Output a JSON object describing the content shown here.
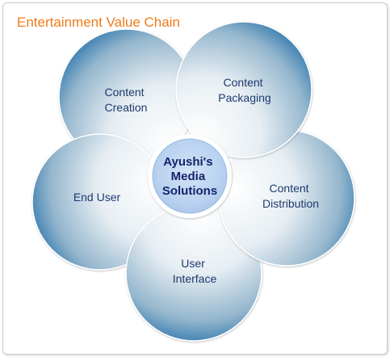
{
  "header": {
    "title": "Entertainment Value Chain"
  },
  "diagram": {
    "center": {
      "lines": [
        "Ayushi's",
        "Media",
        "Solutions"
      ]
    },
    "nodes": [
      {
        "id": "content-creation",
        "lines": [
          "Content",
          "Creation"
        ]
      },
      {
        "id": "content-packaging",
        "lines": [
          "Content",
          "Packaging"
        ]
      },
      {
        "id": "content-distribution",
        "lines": [
          "Content",
          "Distribution"
        ]
      },
      {
        "id": "user-interface",
        "lines": [
          "User",
          "Interface"
        ]
      },
      {
        "id": "end-user",
        "lines": [
          "End User"
        ]
      }
    ]
  },
  "colors": {
    "title": "#ef7a1a",
    "label": "#1e3a6e",
    "center_label": "#14246b",
    "petal_dark": "#2f77ad",
    "petal_light": "#f4f7f9",
    "center_fill": "#b9d2f0",
    "center_ring": "#ffffff"
  }
}
